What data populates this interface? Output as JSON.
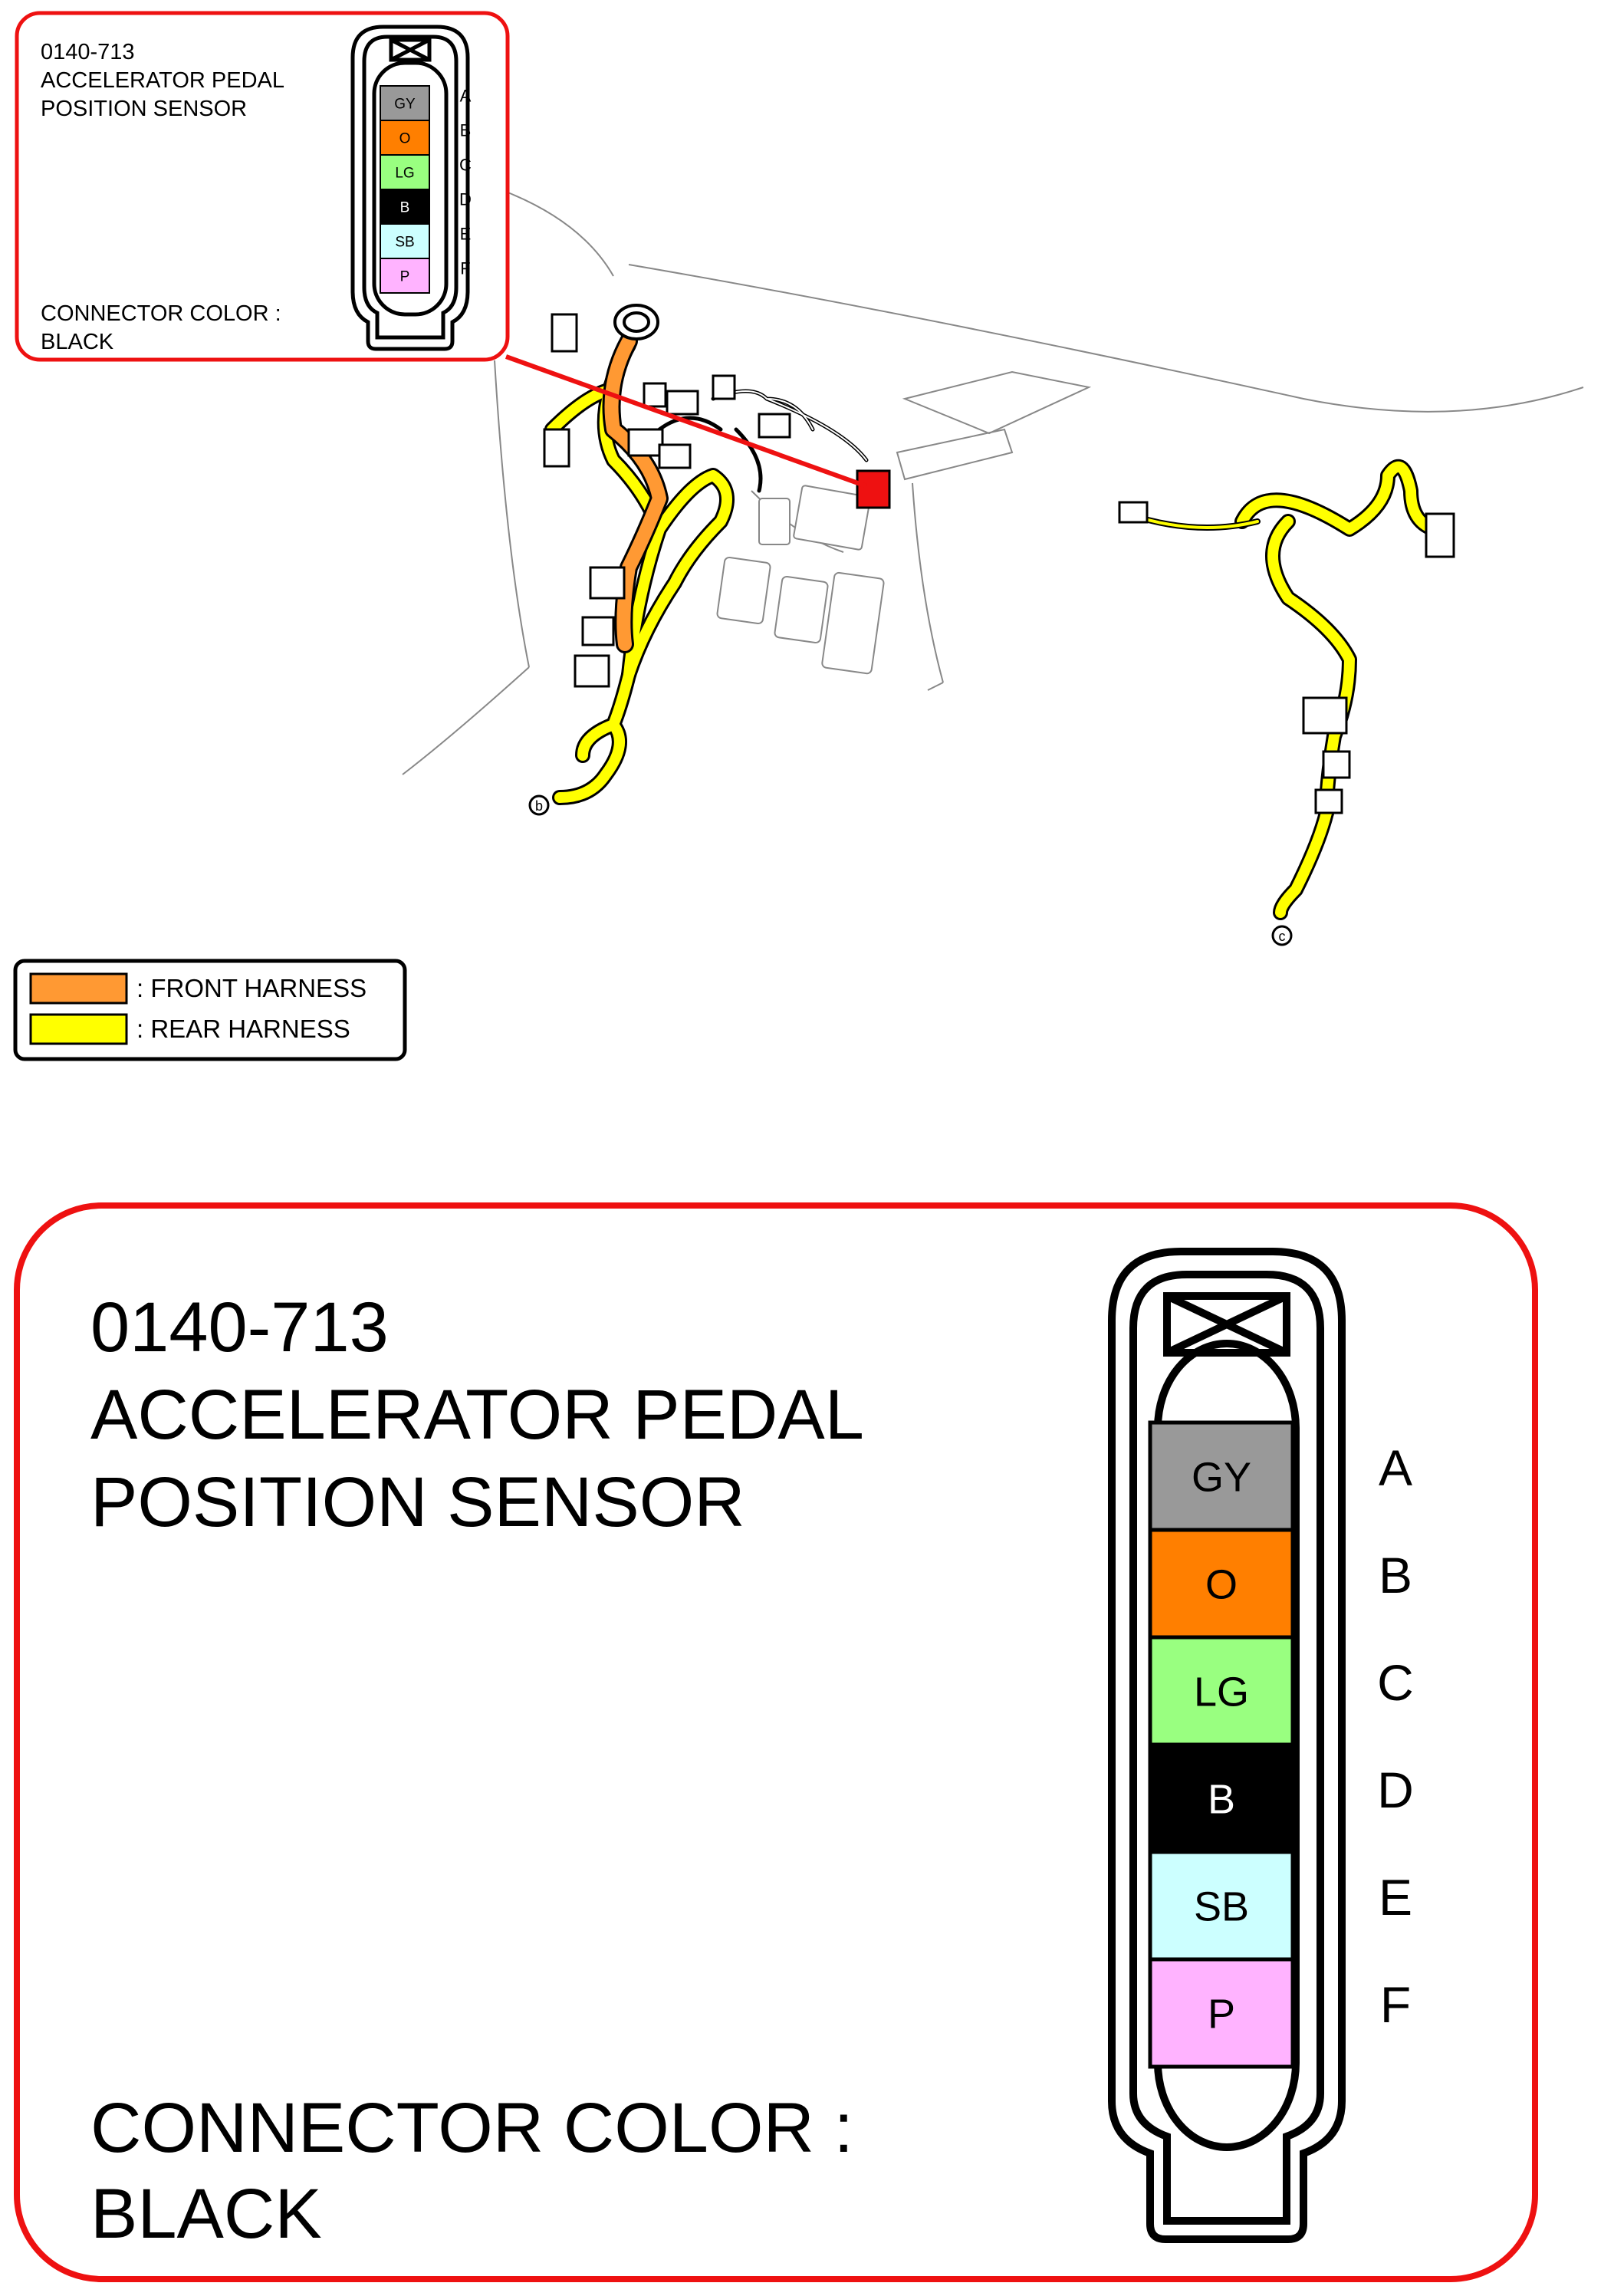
{
  "connector": {
    "code": "0140-713",
    "name_line1": "ACCELERATOR PEDAL",
    "name_line2": "POSITION SENSOR",
    "color_label": "CONNECTOR COLOR :",
    "color_value": "BLACK",
    "pins": [
      {
        "wire": "GY",
        "pin": "A",
        "fill": "#999999",
        "text": "#000000"
      },
      {
        "wire": "O",
        "pin": "B",
        "fill": "#ff7f00",
        "text": "#000000"
      },
      {
        "wire": "LG",
        "pin": "C",
        "fill": "#99ff80",
        "text": "#000000"
      },
      {
        "wire": "B",
        "pin": "D",
        "fill": "#000000",
        "text": "#ffffff"
      },
      {
        "wire": "SB",
        "pin": "E",
        "fill": "#ccffff",
        "text": "#000000"
      },
      {
        "wire": "P",
        "pin": "F",
        "fill": "#ffb3ff",
        "text": "#000000"
      }
    ]
  },
  "legend": {
    "front": {
      "label": ": FRONT HARNESS",
      "color": "#ff9933"
    },
    "rear": {
      "label": ": REAR HARNESS",
      "color": "#ffff00"
    }
  },
  "markers": {
    "b": "b",
    "c": "c"
  },
  "colors": {
    "callout_border": "#ee1111",
    "connector_highlight": "#ee1111"
  }
}
